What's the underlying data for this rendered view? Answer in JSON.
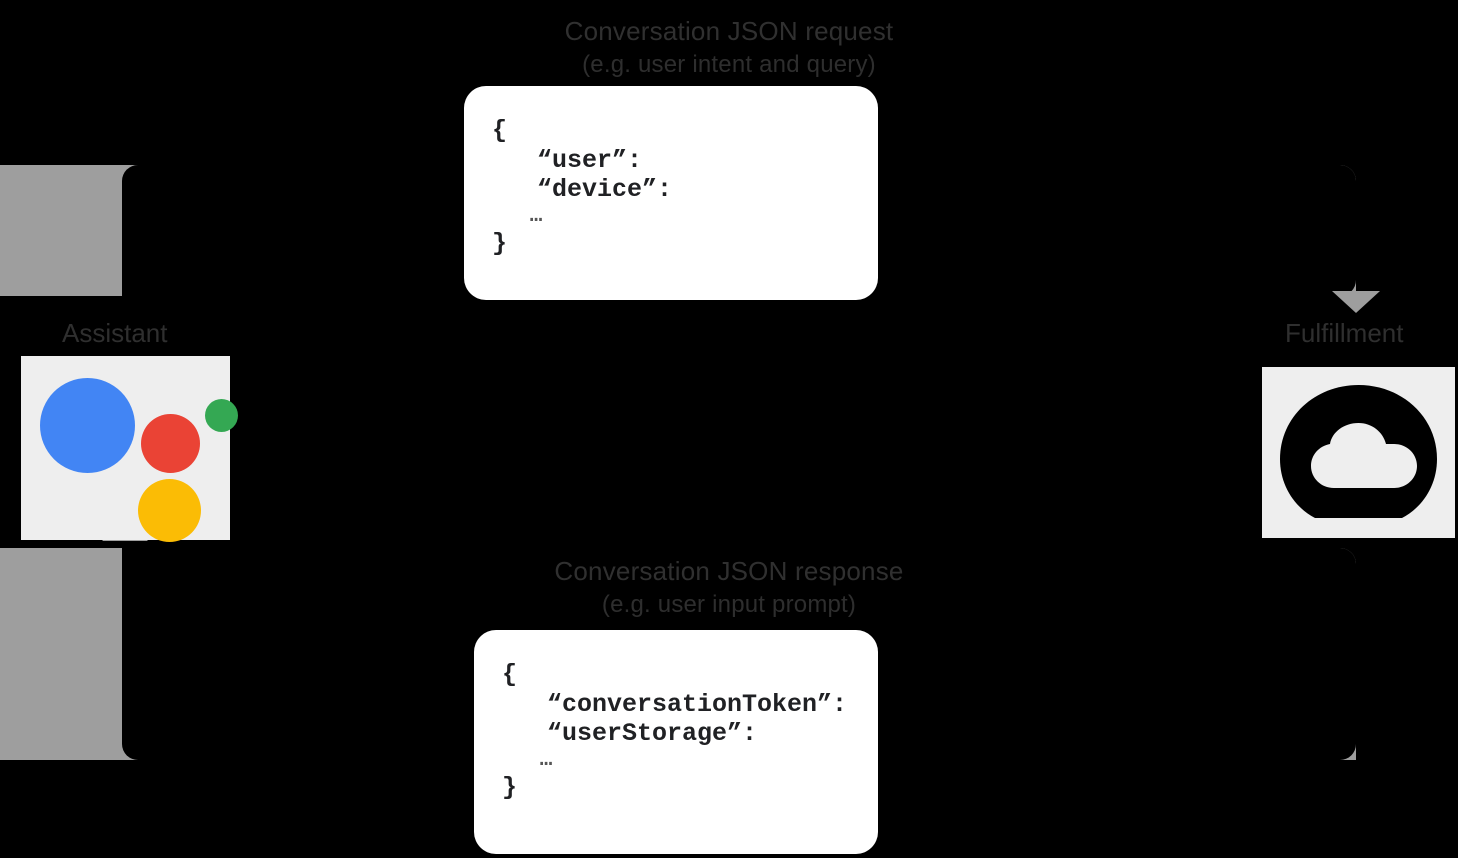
{
  "diagram": {
    "title": "Conversation JSON request and response flow",
    "background_color": "#000000",
    "band_color": "#9e9e9e",
    "tile_color": "#eeeeee"
  },
  "request_flow": {
    "heading_line1": "Conversation JSON request",
    "heading_line2": "(e.g. user intent and query)",
    "direction": "assistant-to-fulfillment",
    "arrow_icon": "arrow-right-down-icon"
  },
  "response_flow": {
    "heading_line1": "Conversation JSON response",
    "heading_line2": "(e.g. user input prompt)",
    "direction": "fulfillment-to-assistant",
    "arrow_icon": "arrow-left-up-icon"
  },
  "nodes": {
    "assistant": {
      "label": "Assistant",
      "icon": "google-assistant-icon",
      "colors": {
        "blue": "#4285F4",
        "red": "#EA4335",
        "green": "#34A853",
        "yellow": "#FBBC05"
      }
    },
    "fulfillment": {
      "label": "Fulfillment",
      "icon": "cloud-icon",
      "color": "#000000"
    }
  },
  "json_request": {
    "lines": [
      "{",
      "   “user”:",
      "   “device”:",
      "   …",
      "}"
    ],
    "line0": "{",
    "line1": "   “user”:",
    "line2": "   “device”:",
    "line3": "   …",
    "line4": "}"
  },
  "json_response": {
    "lines": [
      "{",
      "   “conversationToken”:",
      "   “userStorage”:",
      "   …",
      "}"
    ],
    "line0": "{",
    "line1": "   “conversationToken”:",
    "line2": "   “userStorage”:",
    "line3": "   …",
    "line4": "}"
  }
}
